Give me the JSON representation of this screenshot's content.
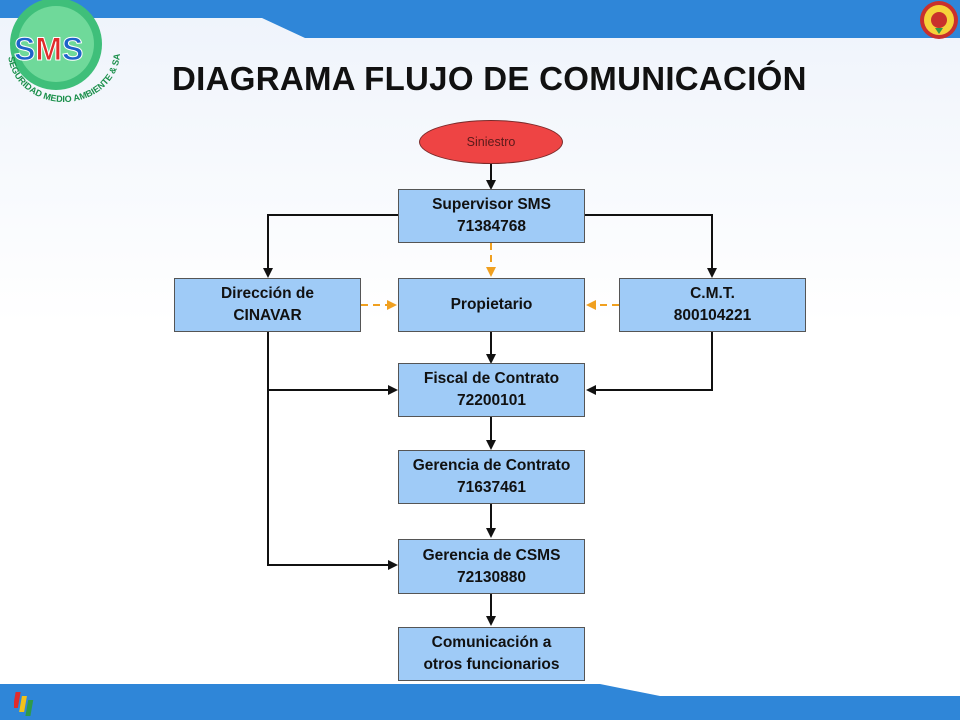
{
  "title": "DIAGRAMA FLUJO  DE COMUNICACIÓN",
  "logo": {
    "letters": [
      "S",
      "M",
      "S"
    ],
    "tagline": "SEGURIDAD MEDIO AMBIENTE & SALUD"
  },
  "nodes": {
    "siniestro": "Siniestro",
    "supervisor": "Supervisor SMS\n71384768",
    "direccion": "Dirección de\nCINAVAR",
    "propietario": "Propietario",
    "cmt": "C.M.T.\n800104221",
    "fiscal": "Fiscal de Contrato\n72200101",
    "gerencia_contrato": "Gerencia de Contrato\n71637461",
    "gerencia_csms": "Gerencia de CSMS\n72130880",
    "comunicacion": "Comunicación a\notros funcionarios"
  },
  "colors": {
    "band": "#2f86d8",
    "box_fill": "#9fcbf7",
    "oval_fill": "#ee4444",
    "dashed_arrow": "#f0a020",
    "solid_arrow": "#111111"
  }
}
